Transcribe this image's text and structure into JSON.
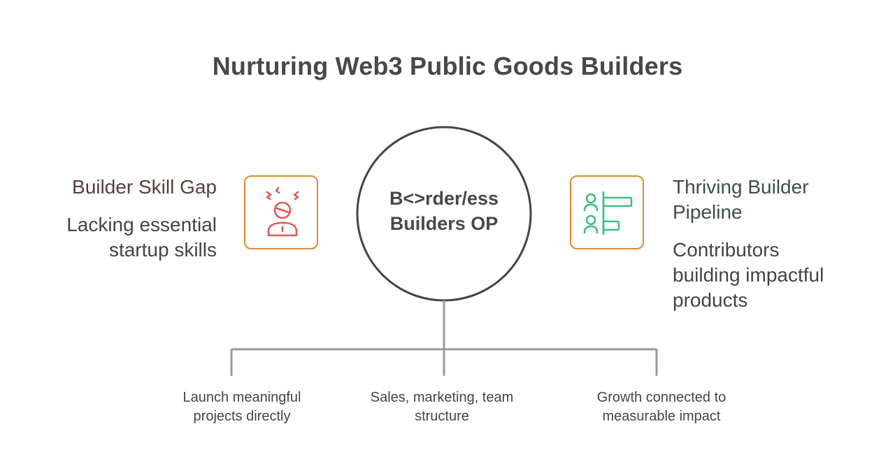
{
  "title": "Nurturing Web3 Public Goods Builders",
  "center": {
    "line1": "B<>rder/ess",
    "line2": "Builders OP"
  },
  "left": {
    "heading": "Builder Skill Gap",
    "desc_line1": "Lacking essential",
    "desc_line2": "startup skills",
    "icon": "frustrated-person-icon",
    "icon_color": "#e05a5a"
  },
  "right": {
    "heading_line1": "Thriving Builder",
    "heading_line2": "Pipeline",
    "desc_line1": "Contributors",
    "desc_line2": "building impactful",
    "desc_line3": "products",
    "icon": "people-pipeline-icon",
    "icon_color": "#3cbf7c"
  },
  "branches": [
    {
      "line1": "Launch meaningful",
      "line2": "projects directly"
    },
    {
      "line1": "Sales, marketing, team",
      "line2": "structure"
    },
    {
      "line1": "Growth connected to",
      "line2": "measurable impact"
    }
  ],
  "colors": {
    "box_border": "#e08a34",
    "circle_stroke": "#444444",
    "connector": "#9a9a9a"
  }
}
